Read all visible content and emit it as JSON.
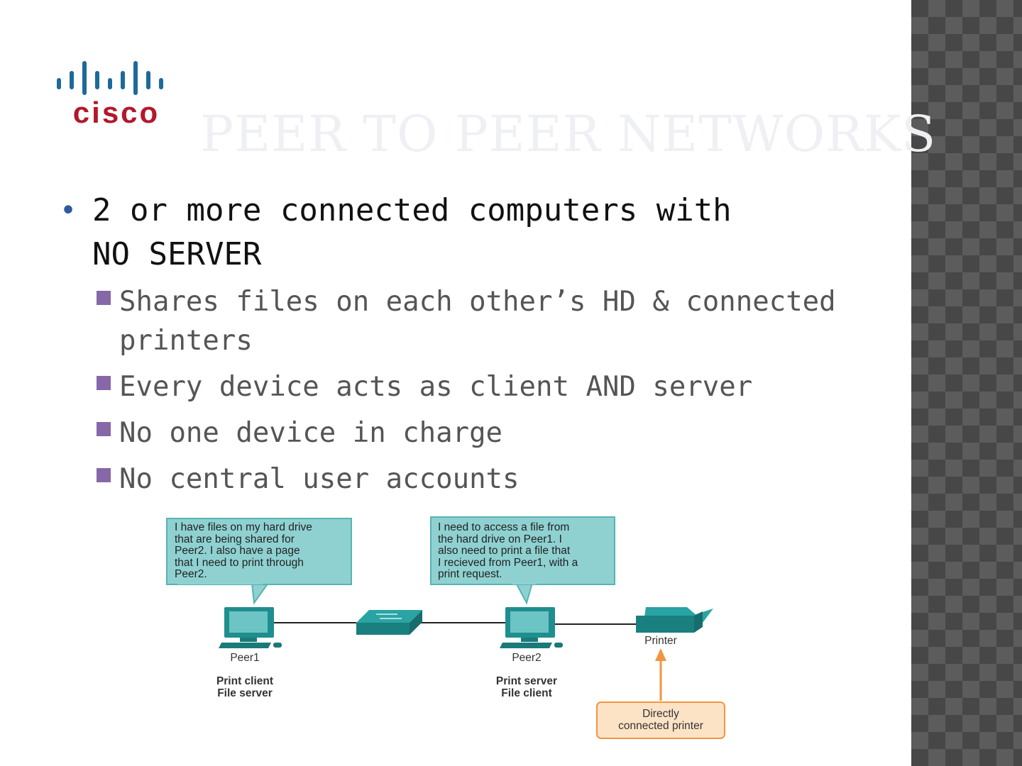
{
  "title": "PEER TO PEER NETWORKS",
  "logo": {
    "wordmark": "cisco"
  },
  "main_bullet": {
    "line1": "2 or more connected computers with",
    "line2": "NO SERVER"
  },
  "sub_bullets": [
    {
      "line1": "Shares files on each other’s HD & connected",
      "line2": "printers"
    },
    {
      "line1": "Every device acts as client AND server"
    },
    {
      "line1": "No one device in charge"
    },
    {
      "line1": "No central user accounts"
    }
  ],
  "diagram": {
    "callout_left": [
      "I have files on my hard drive",
      "that are being shared for",
      "Peer2. I also have a page",
      "that I need to print through",
      "Peer2."
    ],
    "callout_right": [
      "I need to access a file from",
      "the hard drive on Peer1. I",
      "also need to print a file that",
      "I recieved from Peer1, with a",
      "print request."
    ],
    "peer1": {
      "name": "Peer1",
      "role1": "Print client",
      "role2": "File server"
    },
    "peer2": {
      "name": "Peer2",
      "role1": "Print server",
      "role2": "File client"
    },
    "printer": "Printer",
    "printer_note": [
      "Directly",
      "connected printer"
    ]
  },
  "colors": {
    "accent": "#8667a7",
    "bullet": "#2f5aa0",
    "teal": "#1f8e8e",
    "orange": "#f29540",
    "cisco_blue": "#1d6a9a",
    "cisco_red": "#b2182b"
  }
}
